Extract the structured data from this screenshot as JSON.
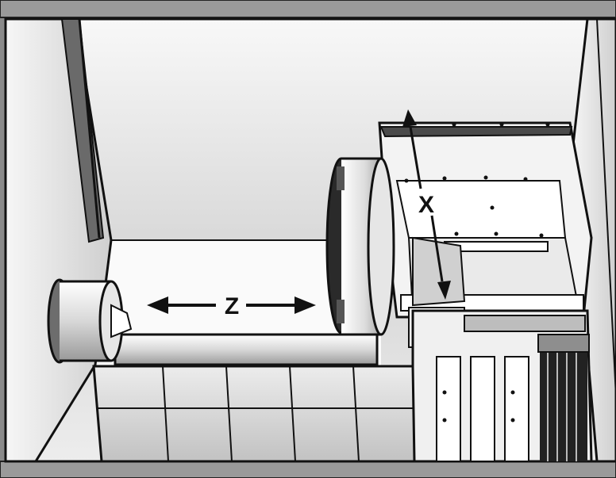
{
  "diagram": {
    "axes": [
      {
        "id": "z",
        "label": "Z"
      },
      {
        "id": "x",
        "label": "X"
      }
    ],
    "colors": {
      "frame": "#8a8a8a",
      "outline": "#111111",
      "background": "#ffffff"
    }
  }
}
